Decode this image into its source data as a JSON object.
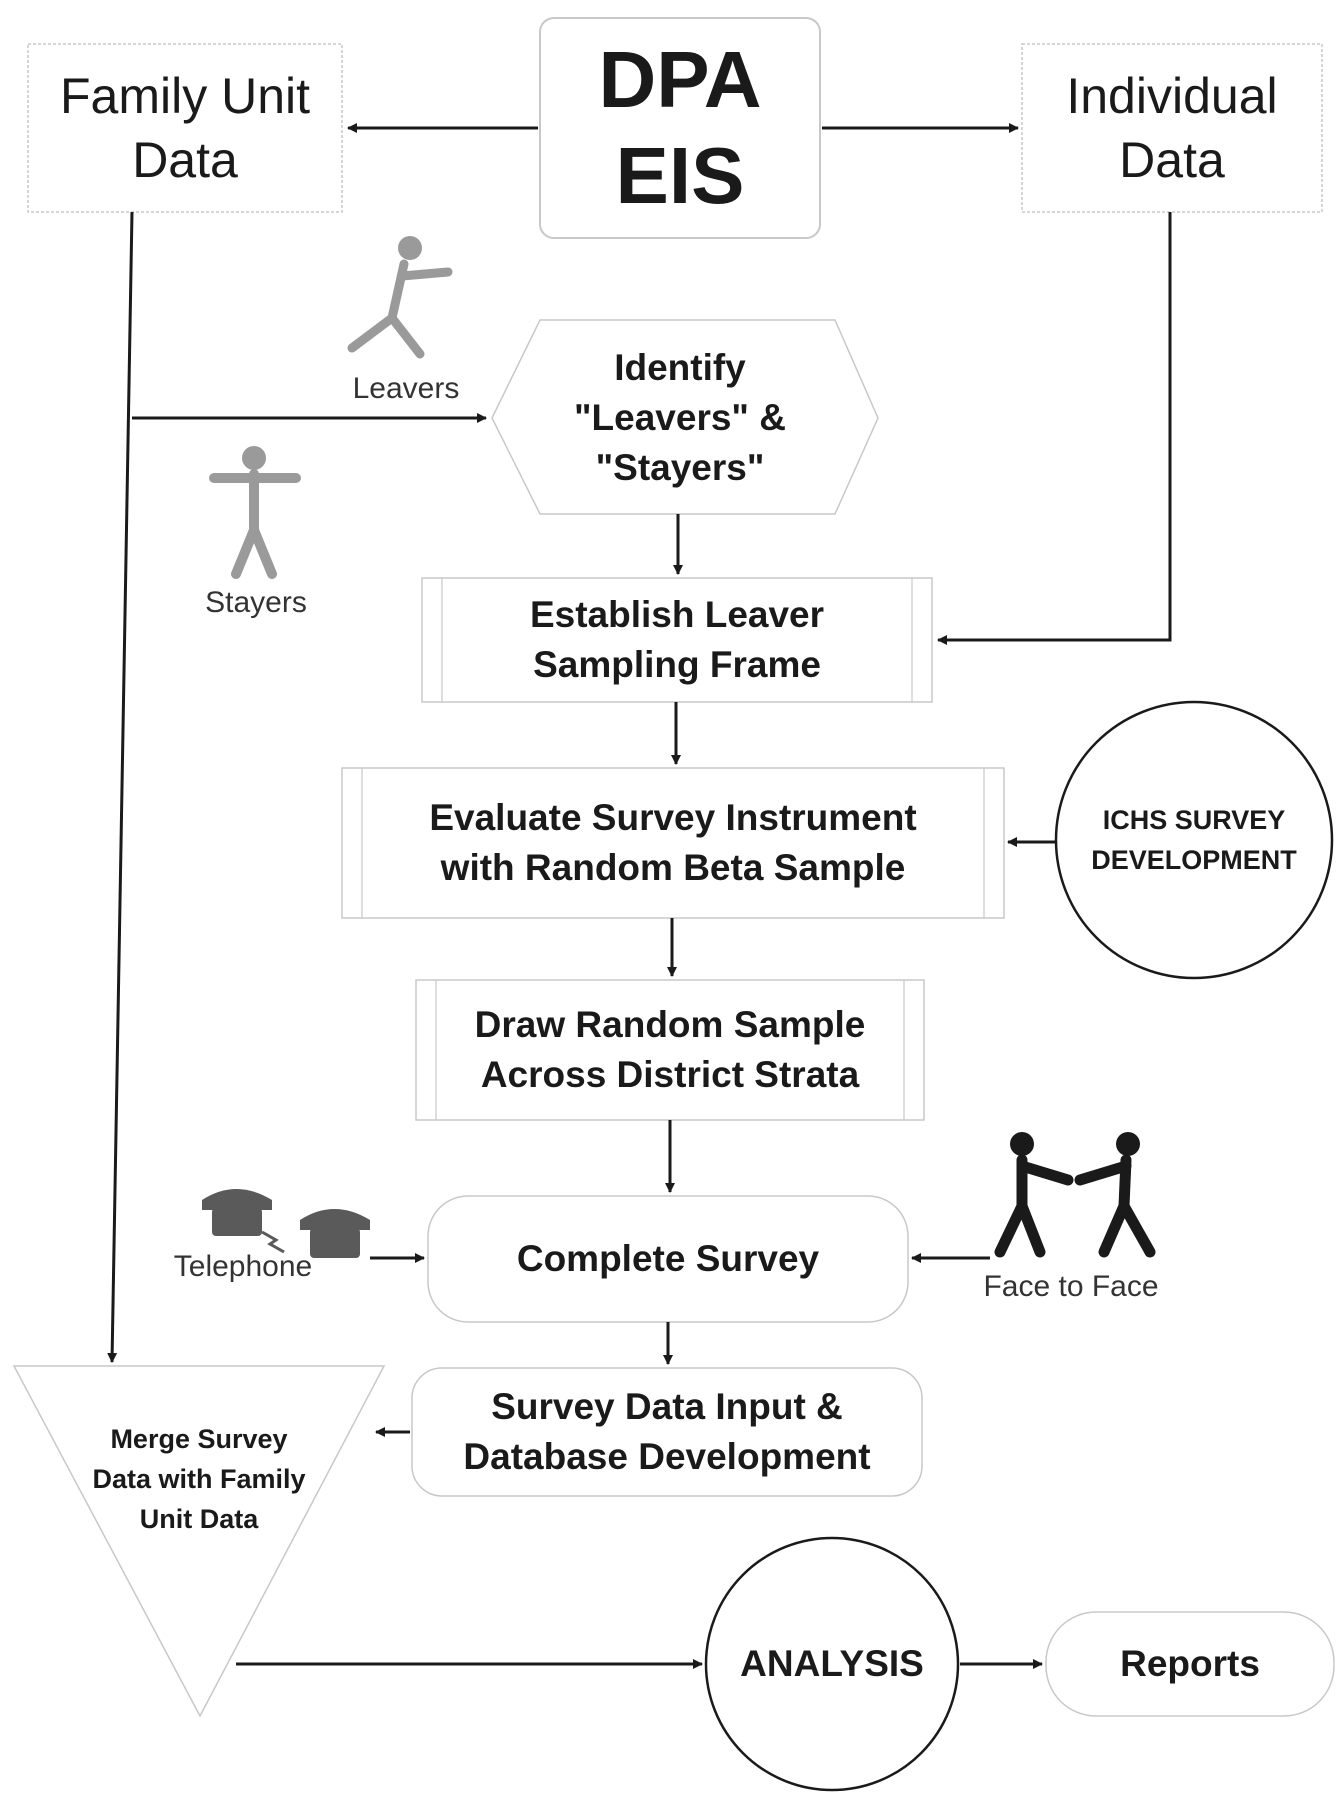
{
  "nodes": {
    "family_unit": "Family Unit\nData",
    "dpa_eis": "DPA\nEIS",
    "individual": "Individual\nData",
    "identify": "Identify\n\"Leavers\" &\n\"Stayers\"",
    "establish": "Establish Leaver\nSampling Frame",
    "evaluate": "Evaluate Survey Instrument\nwith Random Beta Sample",
    "ichs": "ICHS SURVEY\nDEVELOPMENT",
    "draw_sample": "Draw Random Sample\nAcross District Strata",
    "complete_survey": "Complete Survey",
    "survey_input": "Survey Data Input &\nDatabase Development",
    "merge": "Merge Survey\nData with Family\nUnit Data",
    "analysis": "ANALYSIS",
    "reports": "Reports"
  },
  "labels": {
    "leavers": "Leavers",
    "stayers": "Stayers",
    "telephone": "Telephone",
    "face_to_face": "Face to Face"
  },
  "icons": [
    "walking-person-icon",
    "standing-person-icon",
    "telephone-icon",
    "face-to-face-icon"
  ],
  "colors": {
    "line": "#1a1a1a",
    "border": "#c8c8c8",
    "figure_gray": "#9a9a9a"
  }
}
